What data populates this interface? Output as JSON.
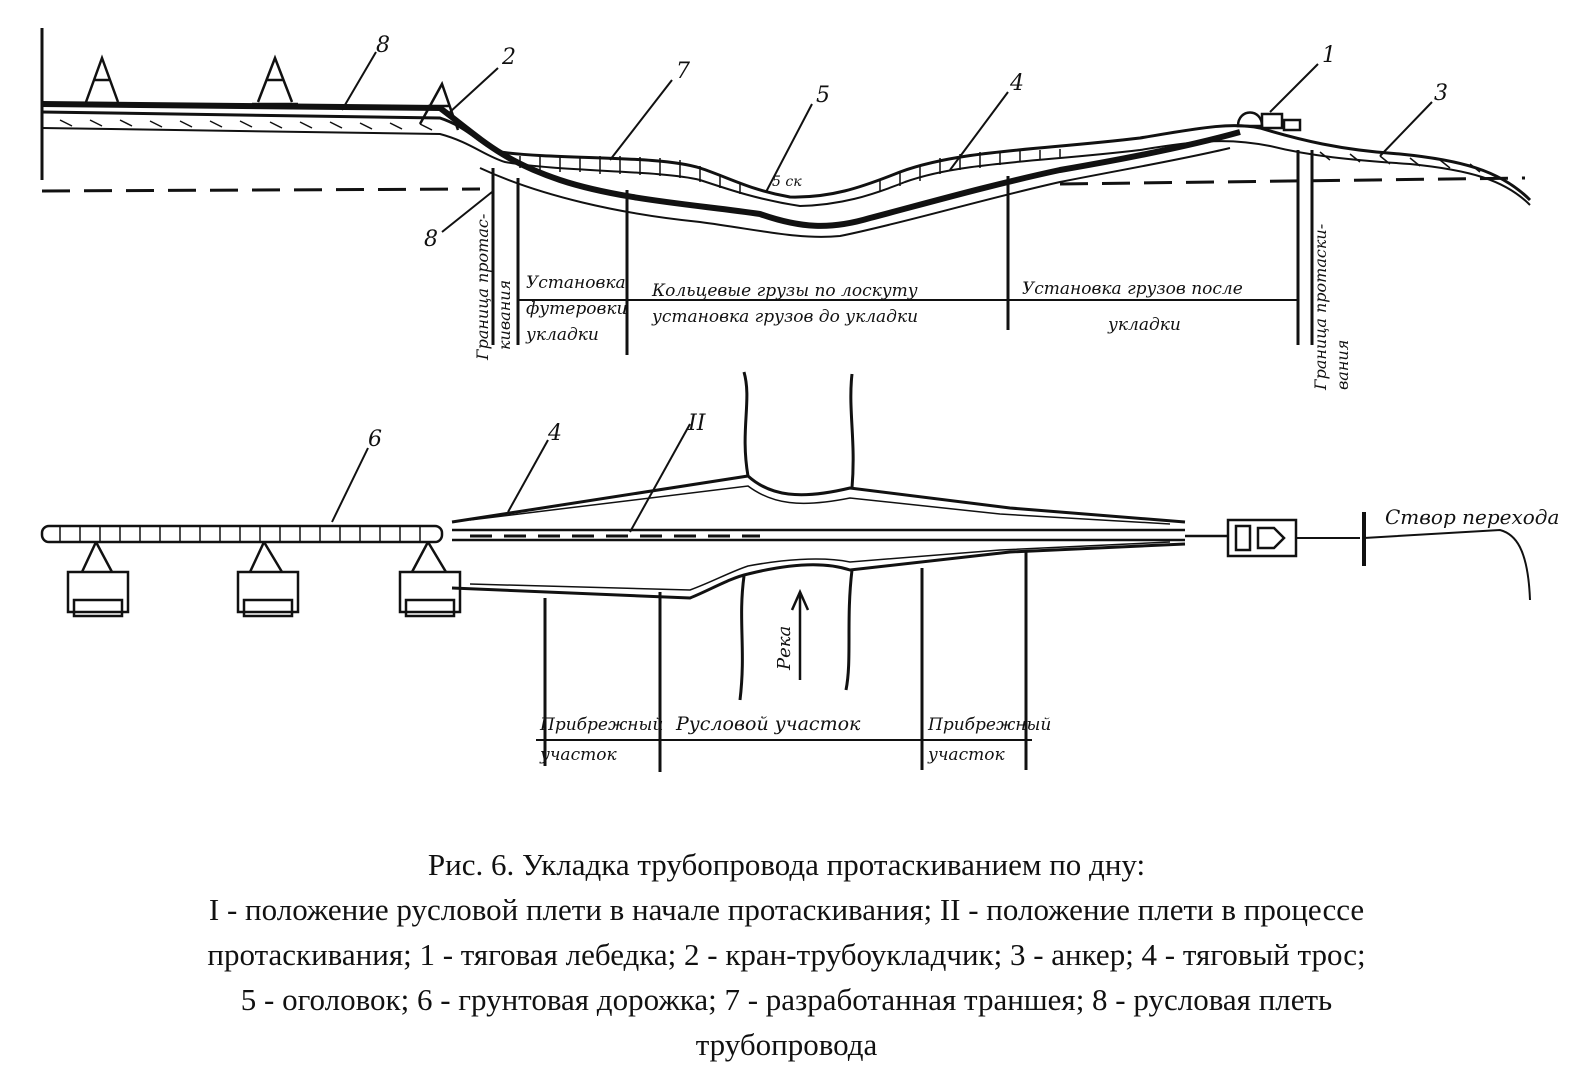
{
  "profile": {
    "callouts": {
      "n8_top": "8",
      "n2": "2",
      "n7": "7",
      "n5": "5",
      "n4": "4",
      "n1": "1",
      "n3": "3",
      "n8_bottom": "8"
    },
    "small_label": "5 ск",
    "vertical_left": [
      "Граница протас-",
      "кивания"
    ],
    "vertical_right": [
      "Граница протаски-",
      "вания"
    ],
    "zones": [
      {
        "line1": "Установка",
        "line2": "футеровки",
        "line3": "укладки"
      },
      {
        "line1": "Кольцевые грузы по лоскуту",
        "line2": "установка грузов до укладки"
      },
      {
        "line1": "Установка грузов после",
        "line2": "укладки"
      }
    ]
  },
  "plan": {
    "callouts": {
      "n6": "6",
      "n4": "4",
      "nII": "II"
    },
    "river_label": "Река",
    "stvor_label": "Створ перехода",
    "zones": [
      {
        "line1": "Прибрежный",
        "line2": "участок"
      },
      {
        "line1": "Русловой участок"
      },
      {
        "line1": "Прибрежный",
        "line2": "участок"
      }
    ]
  },
  "caption": {
    "line1": "Рис. 6. Укладка трубопровода протаскиванием по дну:",
    "line2": "I - положение русловой плети в начале протаскивания; II - положение плети в процессе",
    "line3": "протаскивания; 1 - тяговая лебедка; 2 - кран-трубоукладчик; 3 - анкер; 4 - тяговый трос;",
    "line4": "5 - оголовок; 6 - грунтовая дорожка; 7 - разработанная траншея; 8 - русловая плеть",
    "line5": "трубопровода"
  }
}
